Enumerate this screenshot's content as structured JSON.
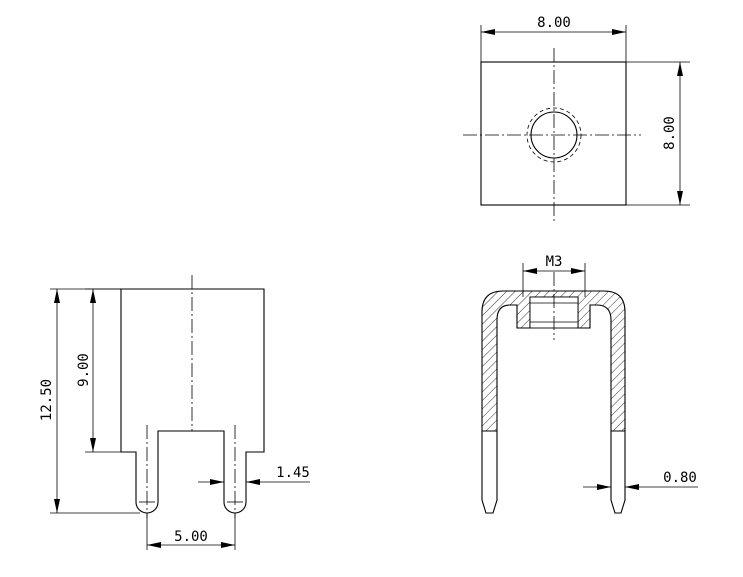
{
  "views": {
    "top": {
      "width_label": "8.00",
      "height_label": "8.00"
    },
    "front": {
      "overall_height_label": "12.50",
      "body_height_label": "9.00",
      "pin_width_label": "1.45",
      "pin_pitch_label": "5.00"
    },
    "section": {
      "thread_label": "M3",
      "pin_thickness_label": "0.80"
    }
  },
  "colors": {
    "line": "#000000",
    "background": "#ffffff"
  }
}
